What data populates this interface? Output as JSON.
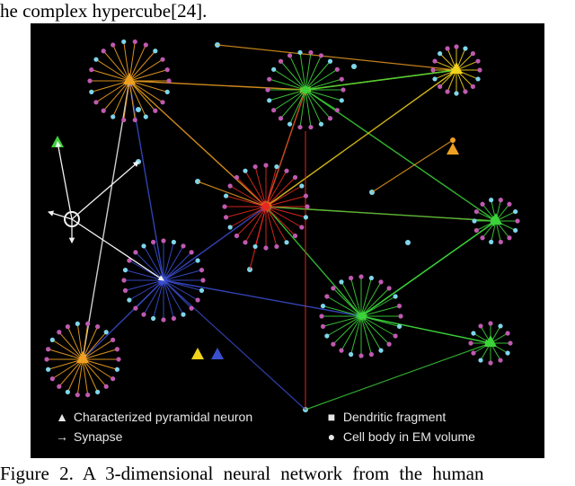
{
  "paper": {
    "top_text": "he complex hypercube[24].",
    "caption": "Figure 2.  A 3-dimensional neural network from the human"
  },
  "figure": {
    "legend": {
      "pyramidal": "Characterized pyramidal neuron",
      "synapse": "Synapse",
      "dendritic": "Dendritic fragment",
      "cellbody": "Cell body in EM volume"
    },
    "colors": {
      "background": "#000000",
      "orange": "#f0a020",
      "yellow": "#f2d21a",
      "green": "#3cd23a",
      "red": "#e8281e",
      "blue": "#3a4ed0",
      "white": "#f2f2f2",
      "cyan": "#7fd6ea",
      "magenta": "#c05ab0"
    }
  }
}
